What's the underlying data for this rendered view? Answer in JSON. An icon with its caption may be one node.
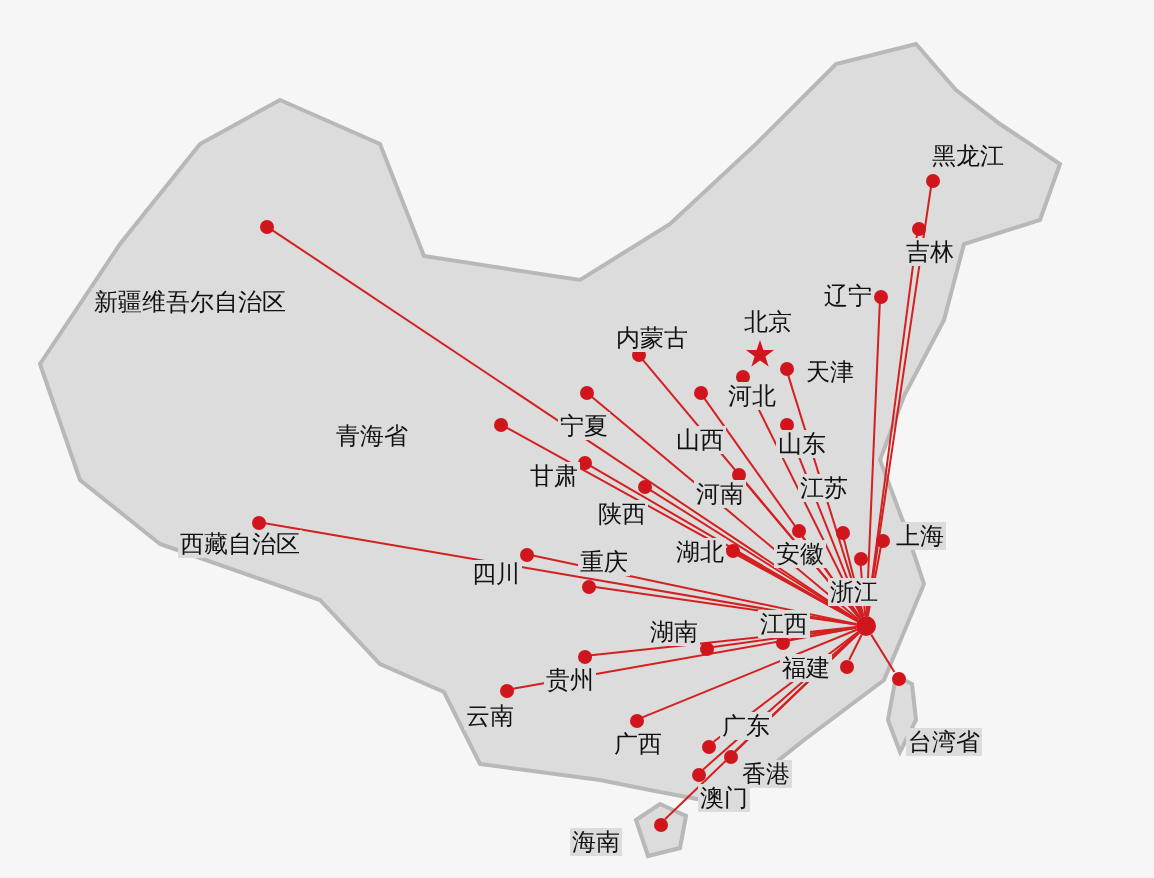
{
  "diagram": {
    "nodes": [
      {
        "text": [],
        "shape": "circle"
      },
      {
        "text": [],
        "shape": "circle",
        "beside": [
          "黑龙江"
        ]
      },
      {
        "text": [],
        "shape": "circle",
        "beside": [
          "吉林"
        ]
      },
      {
        "text": [],
        "shape": "circle",
        "beside": [
          "新疆维吾尔自治区"
        ]
      },
      {
        "text": [],
        "shape": "circle",
        "beside": [
          "辽宁"
        ]
      },
      {
        "text": [],
        "shape": "circle",
        "beside": [
          "内蒙古"
        ]
      },
      {
        "text": [],
        "shape": "star",
        "beside": [
          "北京"
        ]
      },
      {
        "text": [],
        "shape": "circle",
        "beside": [
          "天津"
        ]
      },
      {
        "text": [],
        "shape": "circle",
        "beside": [
          "河北"
        ]
      },
      {
        "text": [],
        "shape": "circle",
        "beside": [
          "宁夏"
        ]
      },
      {
        "text": [],
        "shape": "circle",
        "beside": [
          "山西"
        ]
      },
      {
        "text": [],
        "shape": "circle",
        "beside": [
          "山东"
        ]
      },
      {
        "text": [],
        "shape": "circle",
        "beside": [
          "青海省"
        ]
      },
      {
        "text": [],
        "shape": "circle",
        "beside": [
          "甘肃"
        ]
      },
      {
        "text": [],
        "shape": "circle",
        "beside": [
          "河南"
        ]
      },
      {
        "text": [],
        "shape": "circle",
        "beside": [
          "江苏"
        ]
      },
      {
        "text": [],
        "shape": "circle",
        "beside": [
          "陕西"
        ]
      },
      {
        "text": [],
        "shape": "circle",
        "beside": [
          "西藏自治区"
        ]
      },
      {
        "text": [],
        "shape": "circle",
        "beside": [
          "上海"
        ]
      },
      {
        "text": [],
        "shape": "circle",
        "beside": [
          "湖北"
        ]
      },
      {
        "text": [],
        "shape": "circle",
        "beside": [
          "安徽"
        ]
      },
      {
        "text": [],
        "shape": "circle",
        "beside": [
          "四川"
        ]
      },
      {
        "text": [],
        "shape": "circle",
        "beside": [
          "重庆"
        ]
      },
      {
        "text": [],
        "shape": "circle",
        "beside": [
          "浙江"
        ]
      },
      {
        "text": [],
        "shape": "circle",
        "beside": [
          "江西"
        ]
      },
      {
        "text": [],
        "shape": "circle",
        "beside": [
          "湖南"
        ]
      },
      {
        "text": [],
        "shape": "circle",
        "beside": [
          "福建"
        ]
      },
      {
        "text": [],
        "shape": "circle",
        "beside": [
          "贵州"
        ]
      },
      {
        "text": [],
        "shape": "circle",
        "beside": [
          "云南"
        ]
      },
      {
        "text": [],
        "shape": "circle",
        "beside": [
          "广西"
        ]
      },
      {
        "text": [],
        "shape": "circle",
        "beside": [
          "广东"
        ]
      },
      {
        "text": [],
        "shape": "circle",
        "beside": [
          "台湾省"
        ]
      },
      {
        "text": [],
        "shape": "circle",
        "beside": [
          "香港"
        ]
      },
      {
        "text": [],
        "shape": "circle",
        "beside": [
          "澳门"
        ]
      },
      {
        "text": [],
        "shape": "circle",
        "beside": [
          "海南"
        ]
      }
    ],
    "edges": [
      {
        "from": 0,
        "to": 1,
        "arrow": "none"
      },
      {
        "from": 0,
        "to": 2,
        "arrow": "none"
      },
      {
        "from": 0,
        "to": 3,
        "arrow": "none"
      },
      {
        "from": 0,
        "to": 4,
        "arrow": "none"
      },
      {
        "from": 0,
        "to": 5,
        "arrow": "none"
      },
      {
        "from": 0,
        "to": 7,
        "arrow": "none"
      },
      {
        "from": 0,
        "to": 8,
        "arrow": "none"
      },
      {
        "from": 0,
        "to": 9,
        "arrow": "none"
      },
      {
        "from": 0,
        "to": 10,
        "arrow": "none"
      },
      {
        "from": 0,
        "to": 11,
        "arrow": "none"
      },
      {
        "from": 0,
        "to": 12,
        "arrow": "none"
      },
      {
        "from": 0,
        "to": 13,
        "arrow": "none"
      },
      {
        "from": 0,
        "to": 14,
        "arrow": "none"
      },
      {
        "from": 0,
        "to": 15,
        "arrow": "none"
      },
      {
        "from": 0,
        "to": 16,
        "arrow": "none"
      },
      {
        "from": 0,
        "to": 17,
        "arrow": "none"
      },
      {
        "from": 0,
        "to": 18,
        "arrow": "none"
      },
      {
        "from": 0,
        "to": 19,
        "arrow": "none"
      },
      {
        "from": 0,
        "to": 20,
        "arrow": "none"
      },
      {
        "from": 0,
        "to": 21,
        "arrow": "none"
      },
      {
        "from": 0,
        "to": 22,
        "arrow": "none"
      },
      {
        "from": 0,
        "to": 23,
        "arrow": "none"
      },
      {
        "from": 0,
        "to": 24,
        "arrow": "none"
      },
      {
        "from": 0,
        "to": 25,
        "arrow": "none"
      },
      {
        "from": 0,
        "to": 26,
        "arrow": "none"
      },
      {
        "from": 0,
        "to": 27,
        "arrow": "none"
      },
      {
        "from": 0,
        "to": 28,
        "arrow": "none"
      },
      {
        "from": 0,
        "to": 29,
        "arrow": "none"
      },
      {
        "from": 0,
        "to": 30,
        "arrow": "none"
      },
      {
        "from": 0,
        "to": 31,
        "arrow": "none"
      },
      {
        "from": 0,
        "to": 32,
        "arrow": "none"
      },
      {
        "from": 0,
        "to": 33,
        "arrow": "none"
      },
      {
        "from": 0,
        "to": 34,
        "arrow": "none"
      }
    ]
  }
}
